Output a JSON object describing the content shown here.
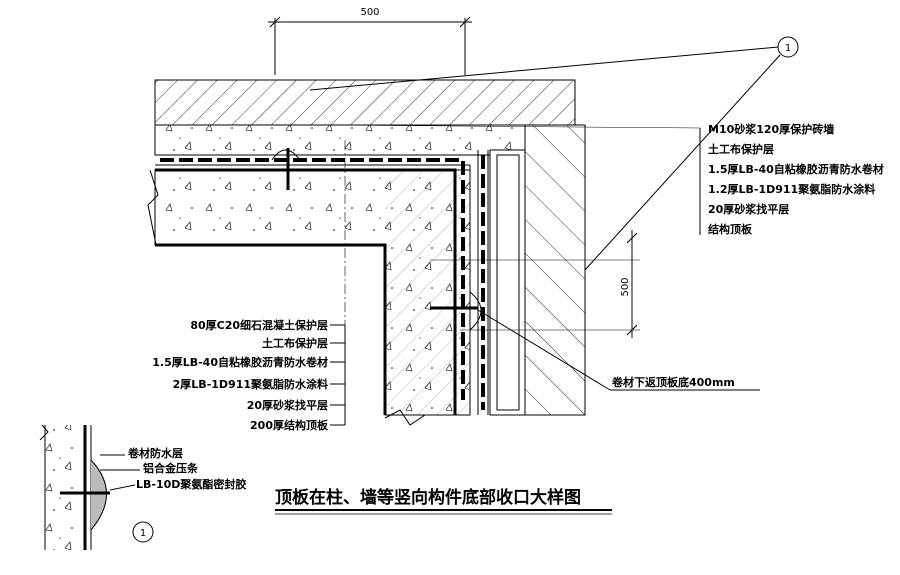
{
  "title": "顶板在柱、墙等竖向构件底部收口大样图",
  "dimensions": {
    "horizontal": "500",
    "vertical": "500"
  },
  "callout": "1",
  "labels_right": [
    "M10砂浆120厚保护砖墙",
    "土工布保护层",
    "1.5厚LB-40自粘橡胶沥青防水卷材",
    "1.2厚LB-1D911聚氨脂防水涂料",
    "20厚砂浆找平层",
    "结构顶板"
  ],
  "labels_left": [
    "80厚C20细石混凝土保护层",
    "土工布保护层",
    "1.5厚LB-40自粘橡胶沥青防水卷材",
    "2厚LB-1D911聚氨脂防水涂料",
    "20厚砂浆找平层",
    "200厚结构顶板"
  ],
  "note_bottom": "卷材下返顶板底400mm",
  "detail_labels": [
    "卷材防水层",
    "铝合金压条",
    "LB-10D聚氨酯密封胶"
  ]
}
